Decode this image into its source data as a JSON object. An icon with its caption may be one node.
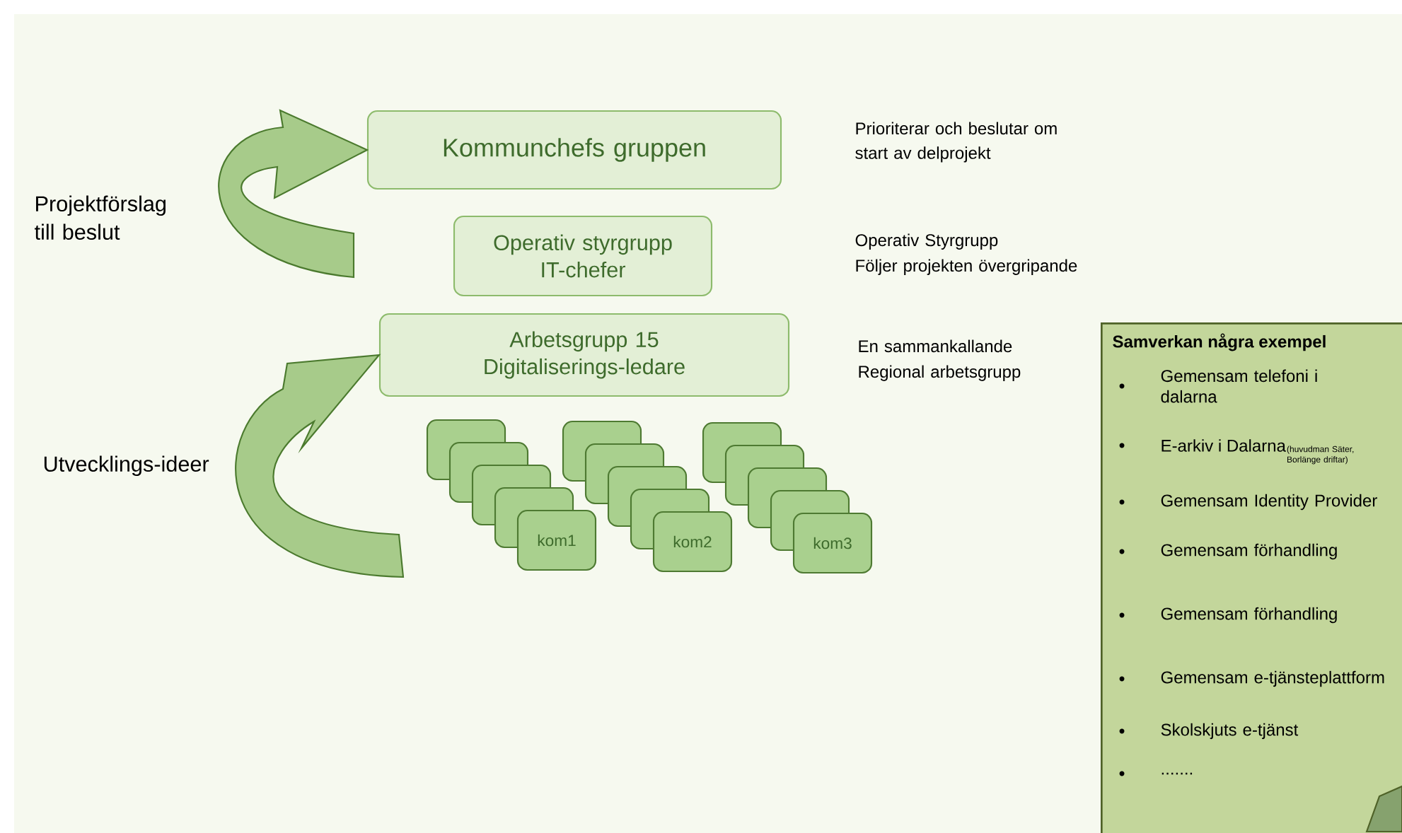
{
  "diagram": {
    "nodes": [
      {
        "text": [
          "Kommunchefs gruppen"
        ]
      },
      {
        "text": [
          "Operativ styrgrupp IT-chefer"
        ]
      },
      {
        "text": [
          "Arbetsgrupp 15 Digitaliserings-ledare"
        ]
      },
      {
        "text": [],
        "shape": "box"
      },
      {
        "text": [],
        "shape": "box"
      },
      {
        "text": [],
        "shape": "box"
      },
      {
        "text": [],
        "shape": "box"
      },
      {
        "text": [
          "kom1"
        ]
      },
      {
        "text": [],
        "shape": "box"
      },
      {
        "text": [],
        "shape": "box"
      },
      {
        "text": [],
        "shape": "box"
      },
      {
        "text": [],
        "shape": "box"
      },
      {
        "text": [
          "kom2"
        ]
      },
      {
        "text": [],
        "shape": "box"
      },
      {
        "text": [],
        "shape": "box"
      },
      {
        "text": [],
        "shape": "box"
      },
      {
        "text": [],
        "shape": "box"
      },
      {
        "text": [
          "kom3"
        ]
      },
      {
        "text": [
          "Samverkan några exempel",
          "Gemensam telefoni i dalarna",
          "E-arkiv i Dalarna",
          "(huvudman Säter, Borlänge driftar)",
          "Gemensam Identity Provider",
          "Gemensam förhandling",
          "Gemensam förhandling",
          "Gemensam e-tjänsteplattform",
          "Skolskjuts e-tjänst",
          "......."
        ]
      }
    ],
    "edges": [
      {
        "from": null,
        "to": 0,
        "arrow": "to"
      },
      {
        "from": null,
        "to": 2,
        "arrow": "to"
      }
    ],
    "labels": [
      "Prioriterar och beslutar om start av delprojekt",
      "Projektförslag till beslut",
      "Operativ Styrgrupp",
      "Följer projekten övergripande",
      "En sammankallande",
      "Regional arbetsgrupp",
      "Utvecklings-ideer"
    ]
  }
}
